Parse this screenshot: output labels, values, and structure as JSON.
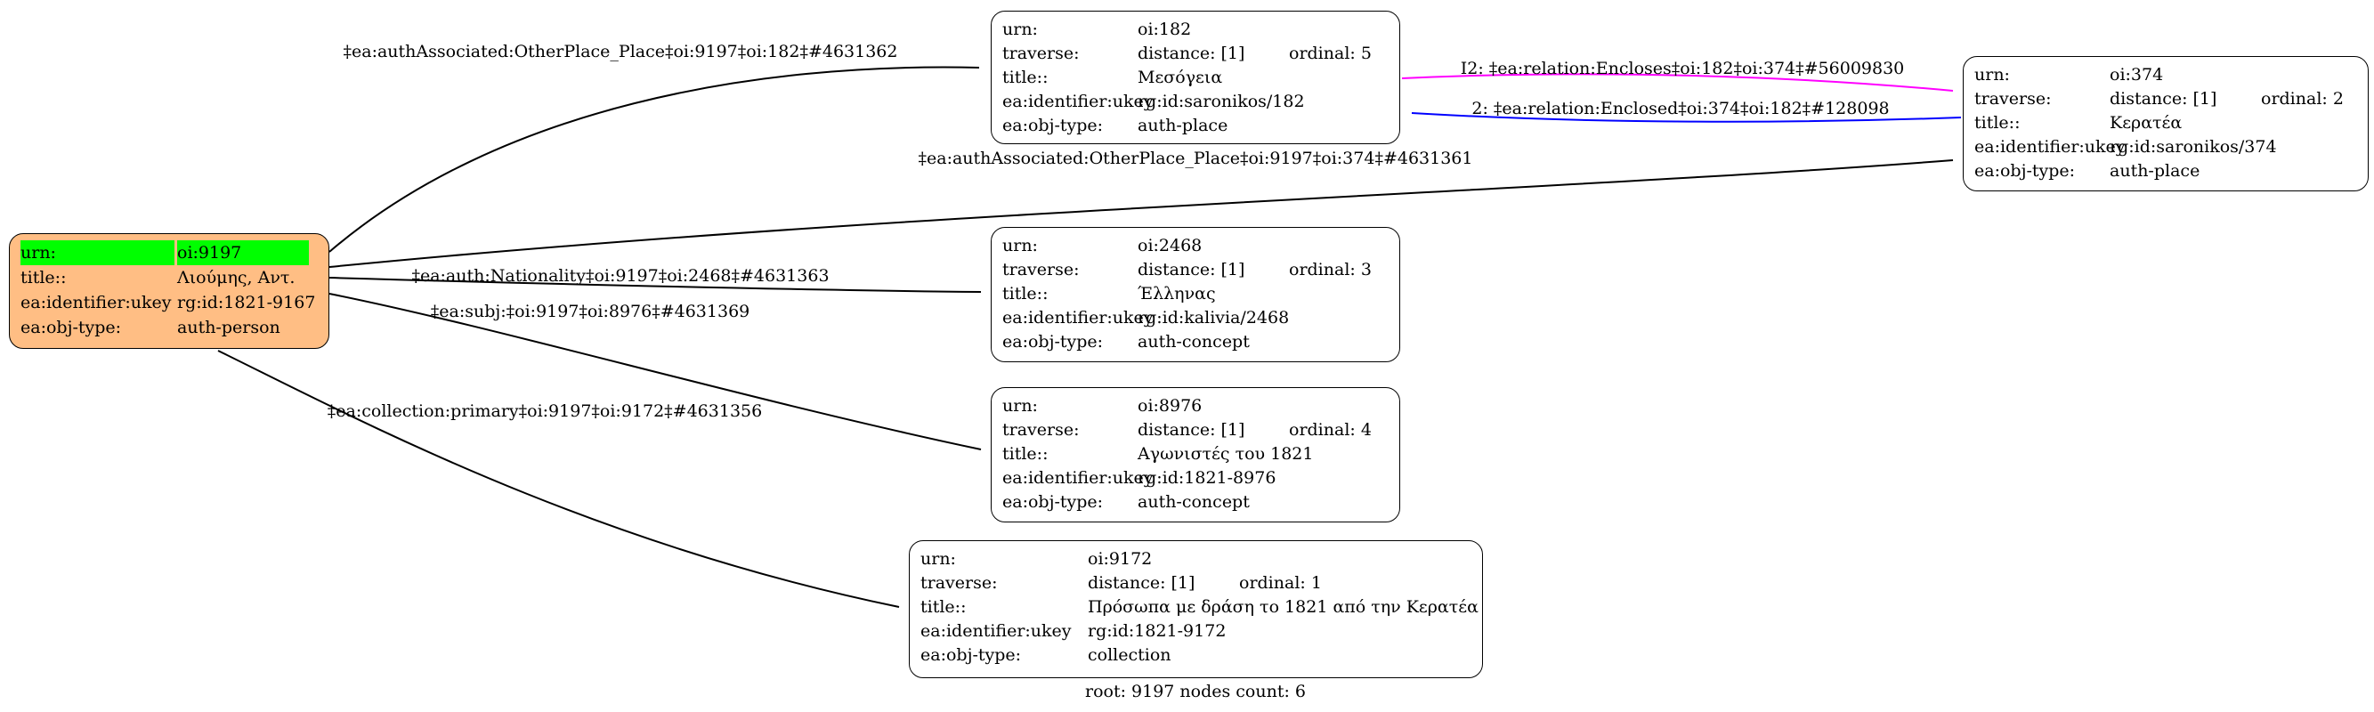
{
  "graph": {
    "footer": "root: 9197 nodes count: 6"
  },
  "colors": {
    "person_fill": "#ffbe84",
    "highlight_green": "#00ff00",
    "encloses_edge": "#ff00ff",
    "enclosed_edge": "#0000ff",
    "edge_black": "#000000"
  },
  "nodes": {
    "person9197": {
      "urn_label": "urn:",
      "urn_value": "oi:9197",
      "title_label": "title::",
      "title_value": "Λιούμης, Αντ.",
      "ukey_label": "ea:identifier:ukey",
      "ukey_value": "rg:id:1821-9167",
      "objtype_label": "ea:obj-type:",
      "objtype_value": "auth-person"
    },
    "place182": {
      "urn_label": "urn:",
      "urn_value": "oi:182",
      "traverse_label": "traverse:",
      "distance": "distance: [1]",
      "ordinal": "ordinal: 5",
      "title_label": "title::",
      "title_value": "Μεσόγεια",
      "ukey_label": "ea:identifier:ukey",
      "ukey_value": "rg:id:saronikos/182",
      "objtype_label": "ea:obj-type:",
      "objtype_value": "auth-place"
    },
    "place374": {
      "urn_label": "urn:",
      "urn_value": "oi:374",
      "traverse_label": "traverse:",
      "distance": "distance: [1]",
      "ordinal": "ordinal: 2",
      "title_label": "title::",
      "title_value": "Κερατέα",
      "ukey_label": "ea:identifier:ukey",
      "ukey_value": "rg:id:saronikos/374",
      "objtype_label": "ea:obj-type:",
      "objtype_value": "auth-place"
    },
    "concept2468": {
      "urn_label": "urn:",
      "urn_value": "oi:2468",
      "traverse_label": "traverse:",
      "distance": "distance: [1]",
      "ordinal": "ordinal: 3",
      "title_label": "title::",
      "title_value": "Έλληνας",
      "ukey_label": "ea:identifier:ukey",
      "ukey_value": "rg:id:kalivia/2468",
      "objtype_label": "ea:obj-type:",
      "objtype_value": "auth-concept"
    },
    "concept8976": {
      "urn_label": "urn:",
      "urn_value": "oi:8976",
      "traverse_label": "traverse:",
      "distance": "distance: [1]",
      "ordinal": "ordinal: 4",
      "title_label": "title::",
      "title_value": "Αγωνιστές του 1821",
      "ukey_label": "ea:identifier:ukey",
      "ukey_value": "rg:id:1821-8976",
      "objtype_label": "ea:obj-type:",
      "objtype_value": "auth-concept"
    },
    "collection9172": {
      "urn_label": "urn:",
      "urn_value": "oi:9172",
      "traverse_label": "traverse:",
      "distance": "distance: [1]",
      "ordinal": "ordinal: 1",
      "title_label": "title::",
      "title_value": "Πρόσωπα με δράση το 1821 από την Κερατέα",
      "ukey_label": "ea:identifier:ukey",
      "ukey_value": "rg:id:1821-9172",
      "objtype_label": "ea:obj-type:",
      "objtype_value": "collection"
    }
  },
  "edges": {
    "auth_place_182": {
      "label": "‡ea:authAssociated:OtherPlace_Place‡oi:9197‡oi:182‡#4631362",
      "color": "#000000"
    },
    "encloses": {
      "label": "I2: ‡ea:relation:Encloses‡oi:182‡oi:374‡#56009830",
      "color": "#ff00ff"
    },
    "enclosed": {
      "label": "2: ‡ea:relation:Enclosed‡oi:374‡oi:182‡#128098",
      "color": "#0000ff"
    },
    "auth_place_374": {
      "label": "‡ea:authAssociated:OtherPlace_Place‡oi:9197‡oi:374‡#4631361",
      "color": "#000000"
    },
    "nationality": {
      "label": "‡ea:auth:Nationality‡oi:9197‡oi:2468‡#4631363",
      "color": "#000000"
    },
    "subj": {
      "label": "‡ea:subj:‡oi:9197‡oi:8976‡#4631369",
      "color": "#000000"
    },
    "collection_primary": {
      "label": "‡ea:collection:primary‡oi:9197‡oi:9172‡#4631356",
      "color": "#000000"
    }
  }
}
